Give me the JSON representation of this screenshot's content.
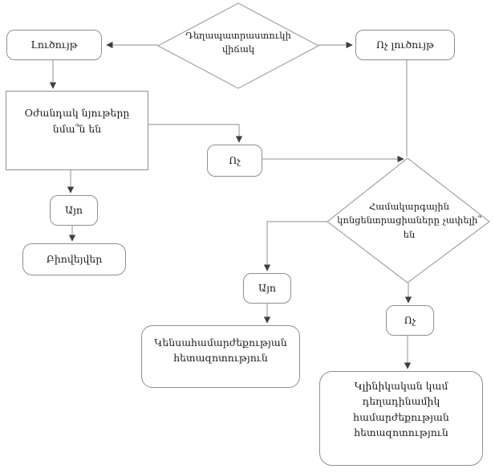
{
  "flowchart": {
    "title": "Biowaiver decision flowchart (Armenian)",
    "colors": {
      "background": "#ffffff",
      "line": "#a3a3a3",
      "border": "#8f8f8f",
      "arrow": "#3f3f3f",
      "text": "#1b1b1b"
    },
    "nodes": {
      "drug_state": {
        "shape": "diamond",
        "label": "Դեղապատրաստուկի վիճակ"
      },
      "solution": {
        "shape": "rounded-rect",
        "label": "Լուծույթ"
      },
      "not_solution": {
        "shape": "rounded-rect",
        "label": "Ոչ լուծույթ"
      },
      "excipients_similar": {
        "shape": "rect",
        "label": "Օժանդակ նյութերը նմա՞ն են"
      },
      "no_mid": {
        "shape": "rounded-rect",
        "label": "Ոչ"
      },
      "systemic_concentrations": {
        "shape": "diamond",
        "label": "Համակարգային կոնցենտրացիաները չափելի՞ են"
      },
      "yes_left": {
        "shape": "rounded-rect",
        "label": "Այո"
      },
      "biowaiver": {
        "shape": "rounded-rect",
        "label": "Բիովեյվեր"
      },
      "yes_mid": {
        "shape": "rounded-rect",
        "label": "Այո"
      },
      "bioequivalence_study": {
        "shape": "rounded-rect",
        "label": "Կենսահամարժեքության հետազոտություն"
      },
      "no_right": {
        "shape": "rounded-rect",
        "label": "Ոչ"
      },
      "clinical_study": {
        "shape": "rounded-rect",
        "label": "Կլինիկական կամ դեղադինամիկ համարժեքության հետազոտություն"
      }
    },
    "edges": [
      {
        "from": "drug_state",
        "to": "solution"
      },
      {
        "from": "drug_state",
        "to": "not_solution"
      },
      {
        "from": "solution",
        "to": "excipients_similar"
      },
      {
        "from": "excipients_similar",
        "to": "no_mid"
      },
      {
        "from": "no_mid",
        "to": "systemic_concentrations"
      },
      {
        "from": "not_solution",
        "to": "systemic_concentrations"
      },
      {
        "from": "excipients_similar",
        "to": "yes_left"
      },
      {
        "from": "yes_left",
        "to": "biowaiver"
      },
      {
        "from": "systemic_concentrations",
        "to": "yes_mid"
      },
      {
        "from": "yes_mid",
        "to": "bioequivalence_study"
      },
      {
        "from": "systemic_concentrations",
        "to": "no_right"
      },
      {
        "from": "no_right",
        "to": "clinical_study"
      }
    ]
  }
}
